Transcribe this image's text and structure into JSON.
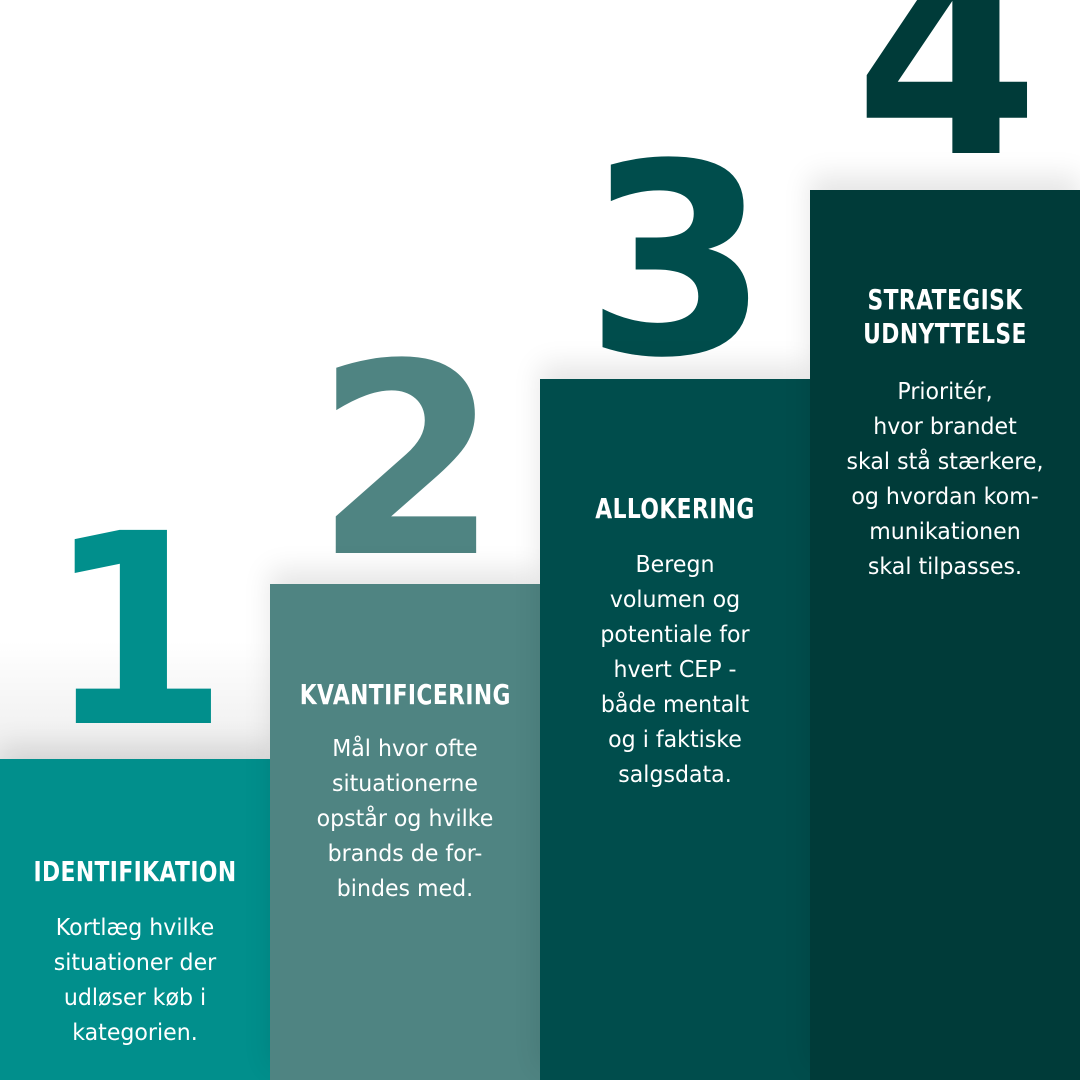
{
  "steps": [
    {
      "number": "1",
      "title": "IDENTIFIKATION",
      "description": "Kortlæg hvilke\nsituationer der\nudløser køb i\nkategorien.",
      "color": "#018f8c"
    },
    {
      "number": "2",
      "title": "KVANTIFICERING",
      "description": "Mål hvor ofte\nsituationerne\nopstår og hvilke\nbrands de for-\nbindes med.",
      "color": "#4f8482"
    },
    {
      "number": "3",
      "title": "ALLOKERING",
      "description": "Beregn\nvolumen og\npotentiale for\nhvert CEP -\nbåde mentalt\nog i faktiske\nsalgsdata.",
      "color": "#004d4c"
    },
    {
      "number": "4",
      "title": "STRATEGISK\nUDNYTTELSE",
      "description": "Prioritér,\nhvor brandet\nskal stå stærkere,\nog hvordan kom-\nmunikationen\nskal tilpasses.",
      "color": "#003b39"
    }
  ]
}
